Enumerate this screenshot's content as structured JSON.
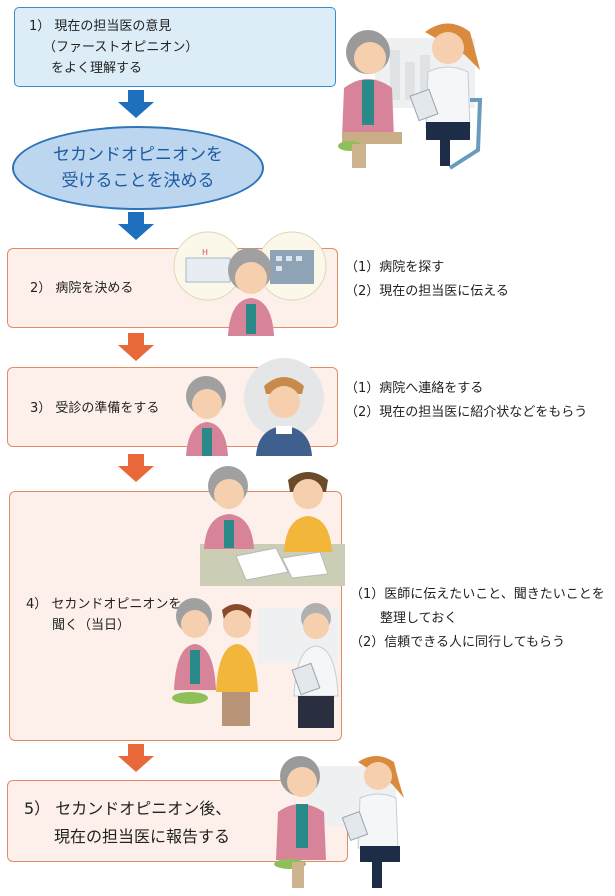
{
  "step1": {
    "lines": [
      "1） 現在の担当医の意見",
      "（ファーストオピニオン）",
      "をよく理解する"
    ]
  },
  "decision": {
    "lines": [
      "セカンドオピニオンを",
      "受けることを決める"
    ]
  },
  "step2": {
    "label": "2） 病院を決める",
    "items": [
      "（1）病院を探す",
      "（2）現在の担当医に伝える"
    ]
  },
  "step3": {
    "label": "3） 受診の準備をする",
    "items": [
      "（1）病院へ連絡をする",
      "（2）現在の担当医に紹介状などをもらう"
    ]
  },
  "step4": {
    "lines": [
      "4） セカンドオピニオンを",
      "聞く（当日）"
    ],
    "items": [
      "（1）医師に伝えたいこと、聞きたいことを",
      "整理しておく",
      "（2）信頼できる人に同行してもらう"
    ]
  },
  "step5": {
    "lines": [
      "5） セカンドオピニオン後、",
      "現在の担当医に報告する"
    ]
  },
  "colors": {
    "blue_arrow": "#1f6fbf",
    "orange_arrow": "#e8683a",
    "box_border": "#e48a66",
    "box_fill": "#fdf0ea"
  }
}
